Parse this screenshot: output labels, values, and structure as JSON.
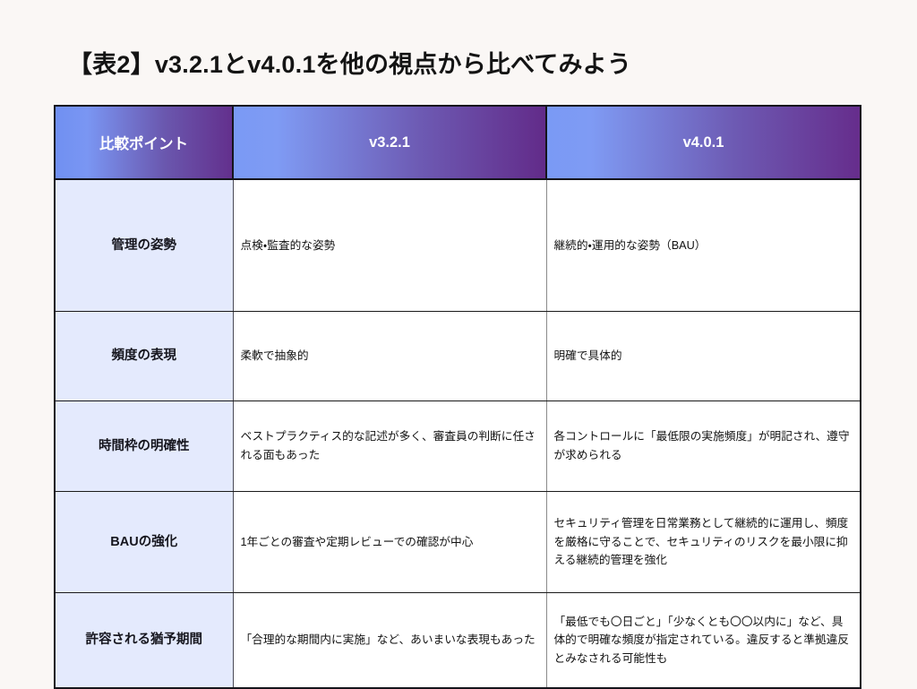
{
  "page": {
    "background_color": "#faf7f5",
    "title": "【表2】v3.2.1とv4.0.1を他の視点から比べてみよう"
  },
  "theme": {
    "header_gradient_start": "#7a9af5",
    "header_gradient_end": "#662d8c",
    "label_column_bg": "#e4eafd",
    "body_cell_bg": "#ffffff",
    "border_color": "#15151c",
    "text_color": "#121212"
  },
  "table": {
    "columns": [
      {
        "key": "point",
        "label": "比較ポイント"
      },
      {
        "key": "v3",
        "label": "v3.2.1"
      },
      {
        "key": "v4",
        "label": "v4.0.1"
      }
    ],
    "rows": [
      {
        "point": "管理の姿勢",
        "v3": "点検・監査的な姿勢",
        "v4": "継続的・運用的な姿勢（BAU）"
      },
      {
        "point": "頻度の表現",
        "v3": "柔軟で抽象的",
        "v4": "明確で具体的"
      },
      {
        "point": "時間枠の明確性",
        "v3": "ベストプラクティス的な記述が多く、審査員の判断に任される面もあった",
        "v4": "各コントロールに「最低限の実施頻度」が明記され、遵守が求められる"
      },
      {
        "point": "BAUの強化",
        "v3": "1年ごとの審査や定期レビューでの確認が中心",
        "v4": "セキュリティ管理を日常業務として継続的に運用し、頻度を厳格に守ることで、セキュリティのリスクを最小限に抑える継続的管理を強化"
      },
      {
        "point": "許容される猶予期間",
        "v3": "「合理的な期間内に実施」など、あいまいな表現もあった",
        "v4": "「最低でも〇日ごと」「少なくとも〇〇以内に」など、具体的で明確な頻度が指定されている。違反すると準拠違反とみなされる可能性も"
      }
    ]
  }
}
